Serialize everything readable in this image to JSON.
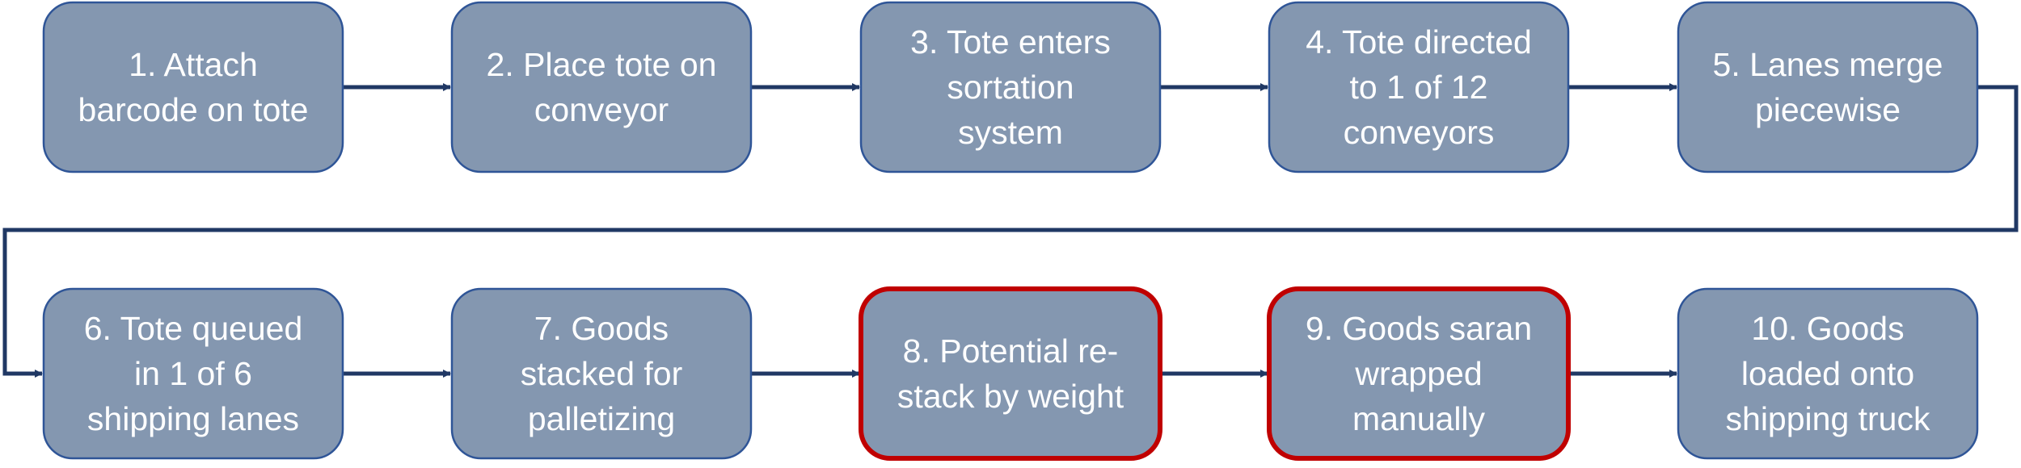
{
  "colors": {
    "box_fill": "#8497B0",
    "box_border": "#2F5597",
    "highlight_border": "#C00000",
    "arrow": "#203864",
    "text": "#FFFFFF"
  },
  "steps": [
    {
      "lines": [
        "1. Attach",
        "barcode on tote"
      ],
      "highlighted": false
    },
    {
      "lines": [
        "2. Place tote on",
        "conveyor"
      ],
      "highlighted": false
    },
    {
      "lines": [
        "3. Tote enters",
        "sortation",
        "system"
      ],
      "highlighted": false
    },
    {
      "lines": [
        "4. Tote directed",
        "to 1 of 12",
        "conveyors"
      ],
      "highlighted": false
    },
    {
      "lines": [
        "5. Lanes merge",
        "piecewise"
      ],
      "highlighted": false
    },
    {
      "lines": [
        "6. Tote queued",
        "in 1 of 6",
        "shipping lanes"
      ],
      "highlighted": false
    },
    {
      "lines": [
        "7. Goods",
        "stacked for",
        "palletizing"
      ],
      "highlighted": false
    },
    {
      "lines": [
        "8. Potential re-",
        "stack by weight"
      ],
      "highlighted": true
    },
    {
      "lines": [
        "9. Goods saran",
        "wrapped",
        "manually"
      ],
      "highlighted": true
    },
    {
      "lines": [
        "10. Goods",
        "loaded onto",
        "shipping truck"
      ],
      "highlighted": false
    }
  ]
}
